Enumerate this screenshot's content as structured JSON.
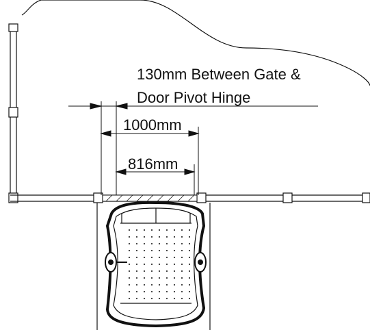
{
  "annotations": {
    "gap_line1": "130mm Between Gate &",
    "gap_line2": "Door Pivot Hinge",
    "outer_width": "1000mm",
    "inner_width": "816mm"
  },
  "colors": {
    "stroke": "#111111",
    "background": "#ffffff",
    "dot": "#333333"
  }
}
